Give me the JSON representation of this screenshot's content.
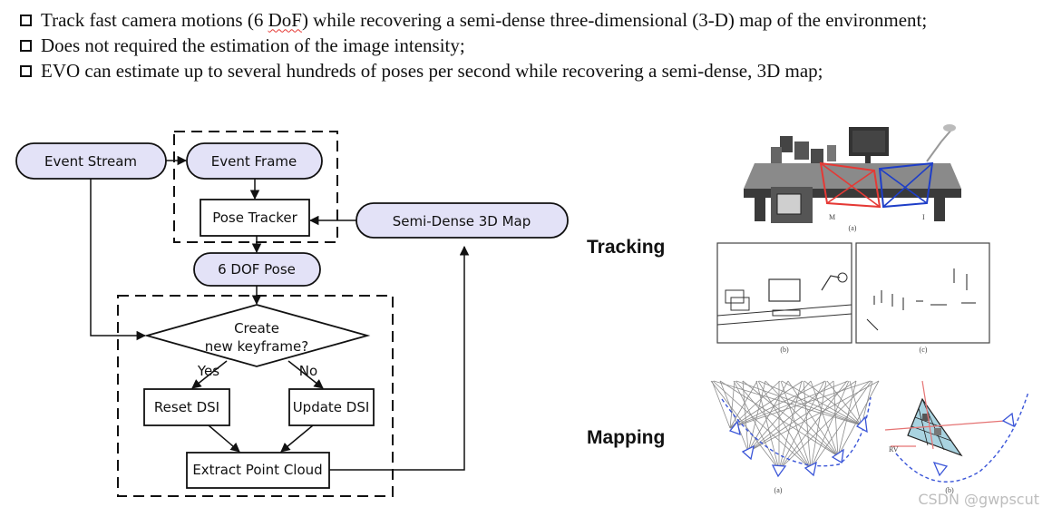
{
  "bullets": [
    {
      "before": "Track fast camera motions (6 ",
      "underlined": "DoF",
      "after": ") while recovering a semi-dense three-dimensional (3-D) map of the environment;"
    },
    {
      "text": "Does not required the estimation of the image intensity;"
    },
    {
      "text": "EVO can estimate up to several hundreds of poses per second while recovering a semi-dense, 3D map;"
    }
  ],
  "flowchart": {
    "event_stream": "Event Stream",
    "event_frame": "Event Frame",
    "pose_tracker": "Pose Tracker",
    "semi_dense_map": "Semi-Dense 3D Map",
    "six_dof_pose": "6 DOF Pose",
    "decision_line1": "Create",
    "decision_line2": "new keyframe?",
    "yes": "Yes",
    "no": "No",
    "reset_dsi": "Reset DSI",
    "update_dsi": "Update DSI",
    "extract_point_cloud": "Extract Point Cloud"
  },
  "figures": {
    "tracking_label": "Tracking",
    "mapping_label": "Mapping",
    "captions": {
      "a_top": "(a)",
      "b": "(b)",
      "c": "(c)",
      "a_bottom": "(a)",
      "b_bottom": "(b)"
    },
    "scene_labels": {
      "m": "M",
      "i": "I",
      "rv": "RV"
    }
  },
  "watermark": "CSDN @gwpscut",
  "colors": {
    "node_fill": "#e3e2f7",
    "red_frame": "#e53935",
    "blue_frame": "#1e3ec8",
    "dashed_blue": "#3a55d8"
  }
}
